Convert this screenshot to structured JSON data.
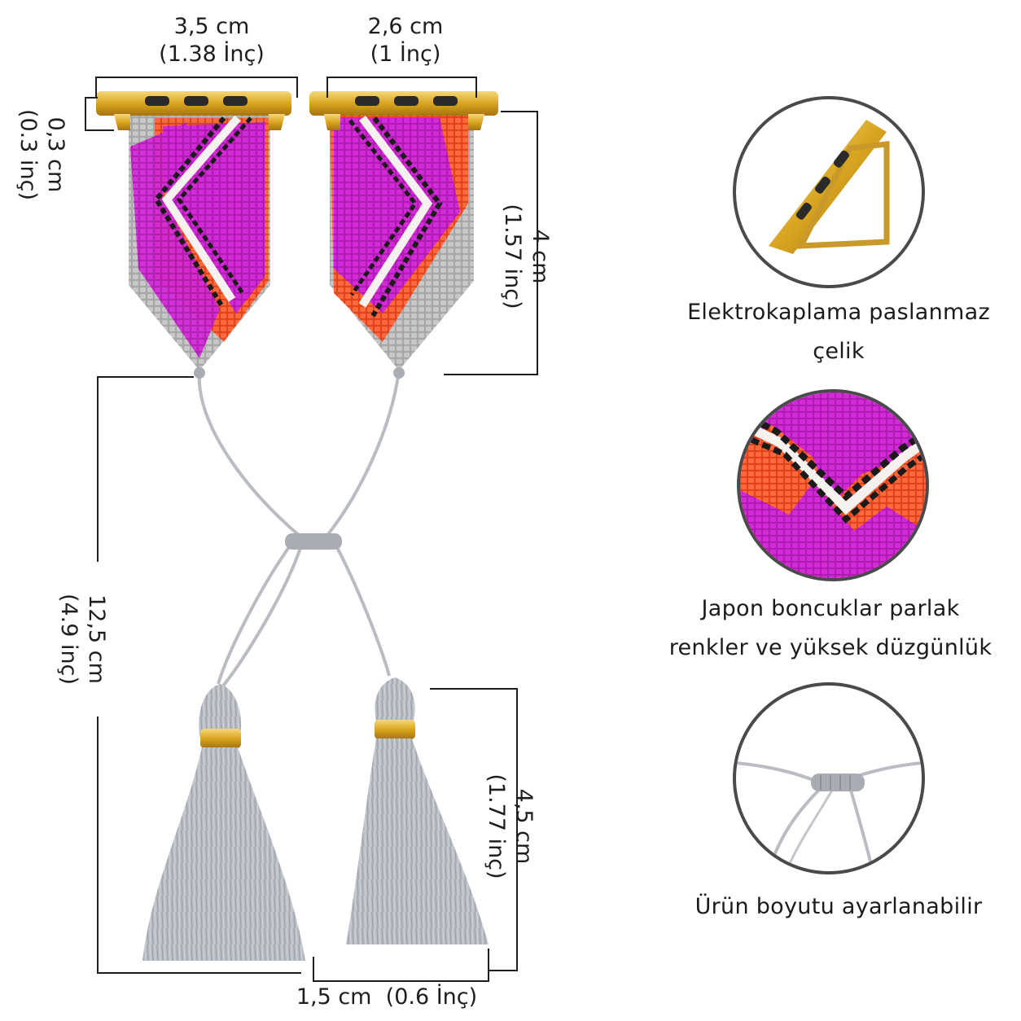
{
  "dimensions": {
    "left_top_width": "3,5 cm",
    "left_top_width_inch": "(1.38 İnç)",
    "right_top_width": "2,6 cm",
    "right_top_width_inch": "(1 İnç)",
    "connector_height": "0,3 cm",
    "connector_height_inch": "(0.3 inç)",
    "beaded_length": "4 cm",
    "beaded_length_inch": "(1.57 inç)",
    "total_length": "12,5 cm",
    "total_length_inch": "(4.9 inç)",
    "tassel_length": "4,5 cm",
    "tassel_length_inch": "(1.77 inç)",
    "tassel_width": "1,5 cm",
    "tassel_width_inch": "(0.6 İnç)"
  },
  "features": [
    {
      "icon": "steel-connector-icon",
      "line1": "Elektrokaplama paslanmaz",
      "line2": "çelik"
    },
    {
      "icon": "beads-closeup-icon",
      "line1": "Japon boncuklar parlak",
      "line2": "renkler ve yüksek düzgünlük"
    },
    {
      "icon": "adjustable-knot-icon",
      "line1": "Ürün boyutu ayarlanabilir",
      "line2": ""
    }
  ],
  "colors": {
    "magenta": "#c41fc4",
    "orange": "#f5552a",
    "grey_bead": "#b9b9b9",
    "gold": "#d9a520",
    "tassel": "#b4b8bf",
    "black": "#1a1a1a",
    "white": "#f4f1ee"
  }
}
